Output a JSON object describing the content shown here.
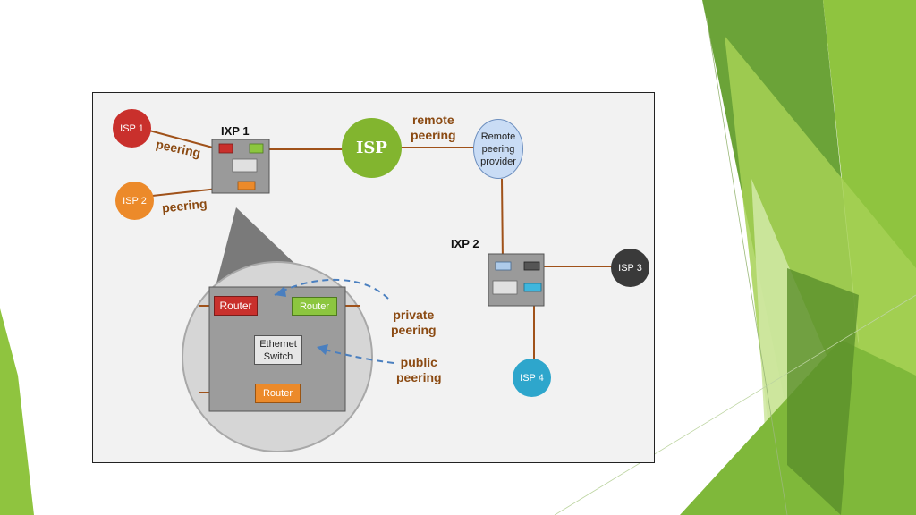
{
  "diagram": {
    "nodes": {
      "isp1": "ISP 1",
      "isp2": "ISP 2",
      "isp_center": "ISP",
      "remote_provider": [
        "Remote",
        "peering",
        "provider"
      ],
      "isp3": "ISP 3",
      "isp4": "ISP 4"
    },
    "exchanges": {
      "ixp1": "IXP 1",
      "ixp2": "IXP 2"
    },
    "edge_labels": {
      "peering_top": "peering",
      "peering_bottom": "peering",
      "remote_peering": [
        "remote",
        "peering"
      ]
    },
    "zoom": {
      "router_red": "Router",
      "router_green": "Router",
      "router_orange": "Router",
      "ethernet_switch": [
        "Ethernet",
        "Switch"
      ],
      "private_peering": [
        "private",
        "peering"
      ],
      "public_peering": [
        "public",
        "peering"
      ]
    }
  },
  "colors": {
    "link": "#a0521a",
    "label": "#8b4a12",
    "isp1": "#c9302c",
    "isp2": "#ec8a2a",
    "isp_center": "#82b52f",
    "remote_provider": "#c9dcf5",
    "isp3": "#3a3a3a",
    "isp4": "#2ea6cc",
    "arrow": "#4a7fbf",
    "deco_green_dark": "#5e9a2f",
    "deco_green_light": "#9fce4a"
  }
}
